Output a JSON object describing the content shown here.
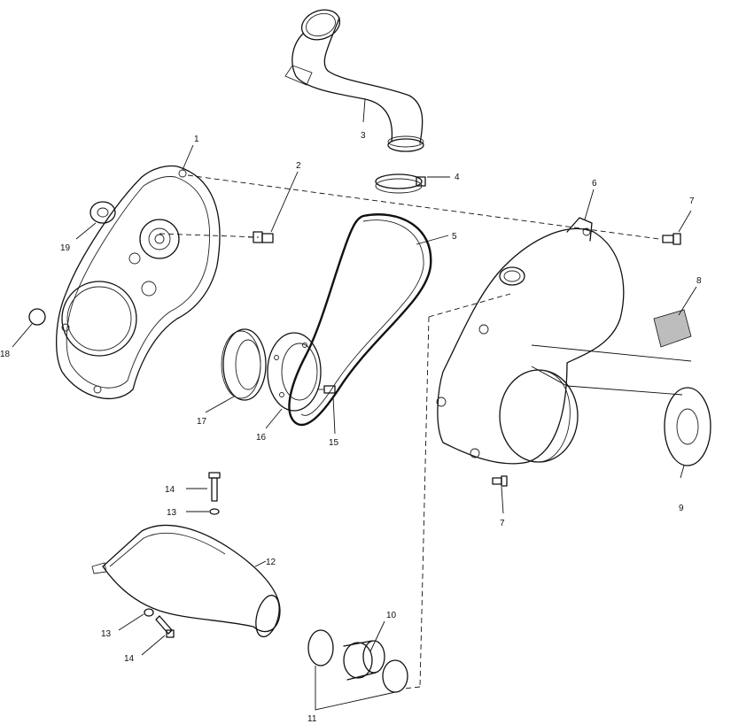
{
  "callouts": [
    {
      "id": "c1",
      "text": "1"
    },
    {
      "id": "c2",
      "text": "2"
    },
    {
      "id": "c3",
      "text": "3"
    },
    {
      "id": "c4",
      "text": "4"
    },
    {
      "id": "c5",
      "text": "5"
    },
    {
      "id": "c6",
      "text": "6"
    },
    {
      "id": "c7a",
      "text": "7"
    },
    {
      "id": "c7b",
      "text": "7"
    },
    {
      "id": "c8",
      "text": "8"
    },
    {
      "id": "c9",
      "text": "9"
    },
    {
      "id": "c10",
      "text": "10"
    },
    {
      "id": "c11",
      "text": "11"
    },
    {
      "id": "c12",
      "text": "12"
    },
    {
      "id": "c13a",
      "text": "13"
    },
    {
      "id": "c13b",
      "text": "13"
    },
    {
      "id": "c14a",
      "text": "14"
    },
    {
      "id": "c14b",
      "text": "14"
    },
    {
      "id": "c15",
      "text": "15"
    },
    {
      "id": "c16",
      "text": "16"
    },
    {
      "id": "c17",
      "text": "17"
    },
    {
      "id": "c18",
      "text": "18"
    },
    {
      "id": "c19",
      "text": "19"
    }
  ]
}
